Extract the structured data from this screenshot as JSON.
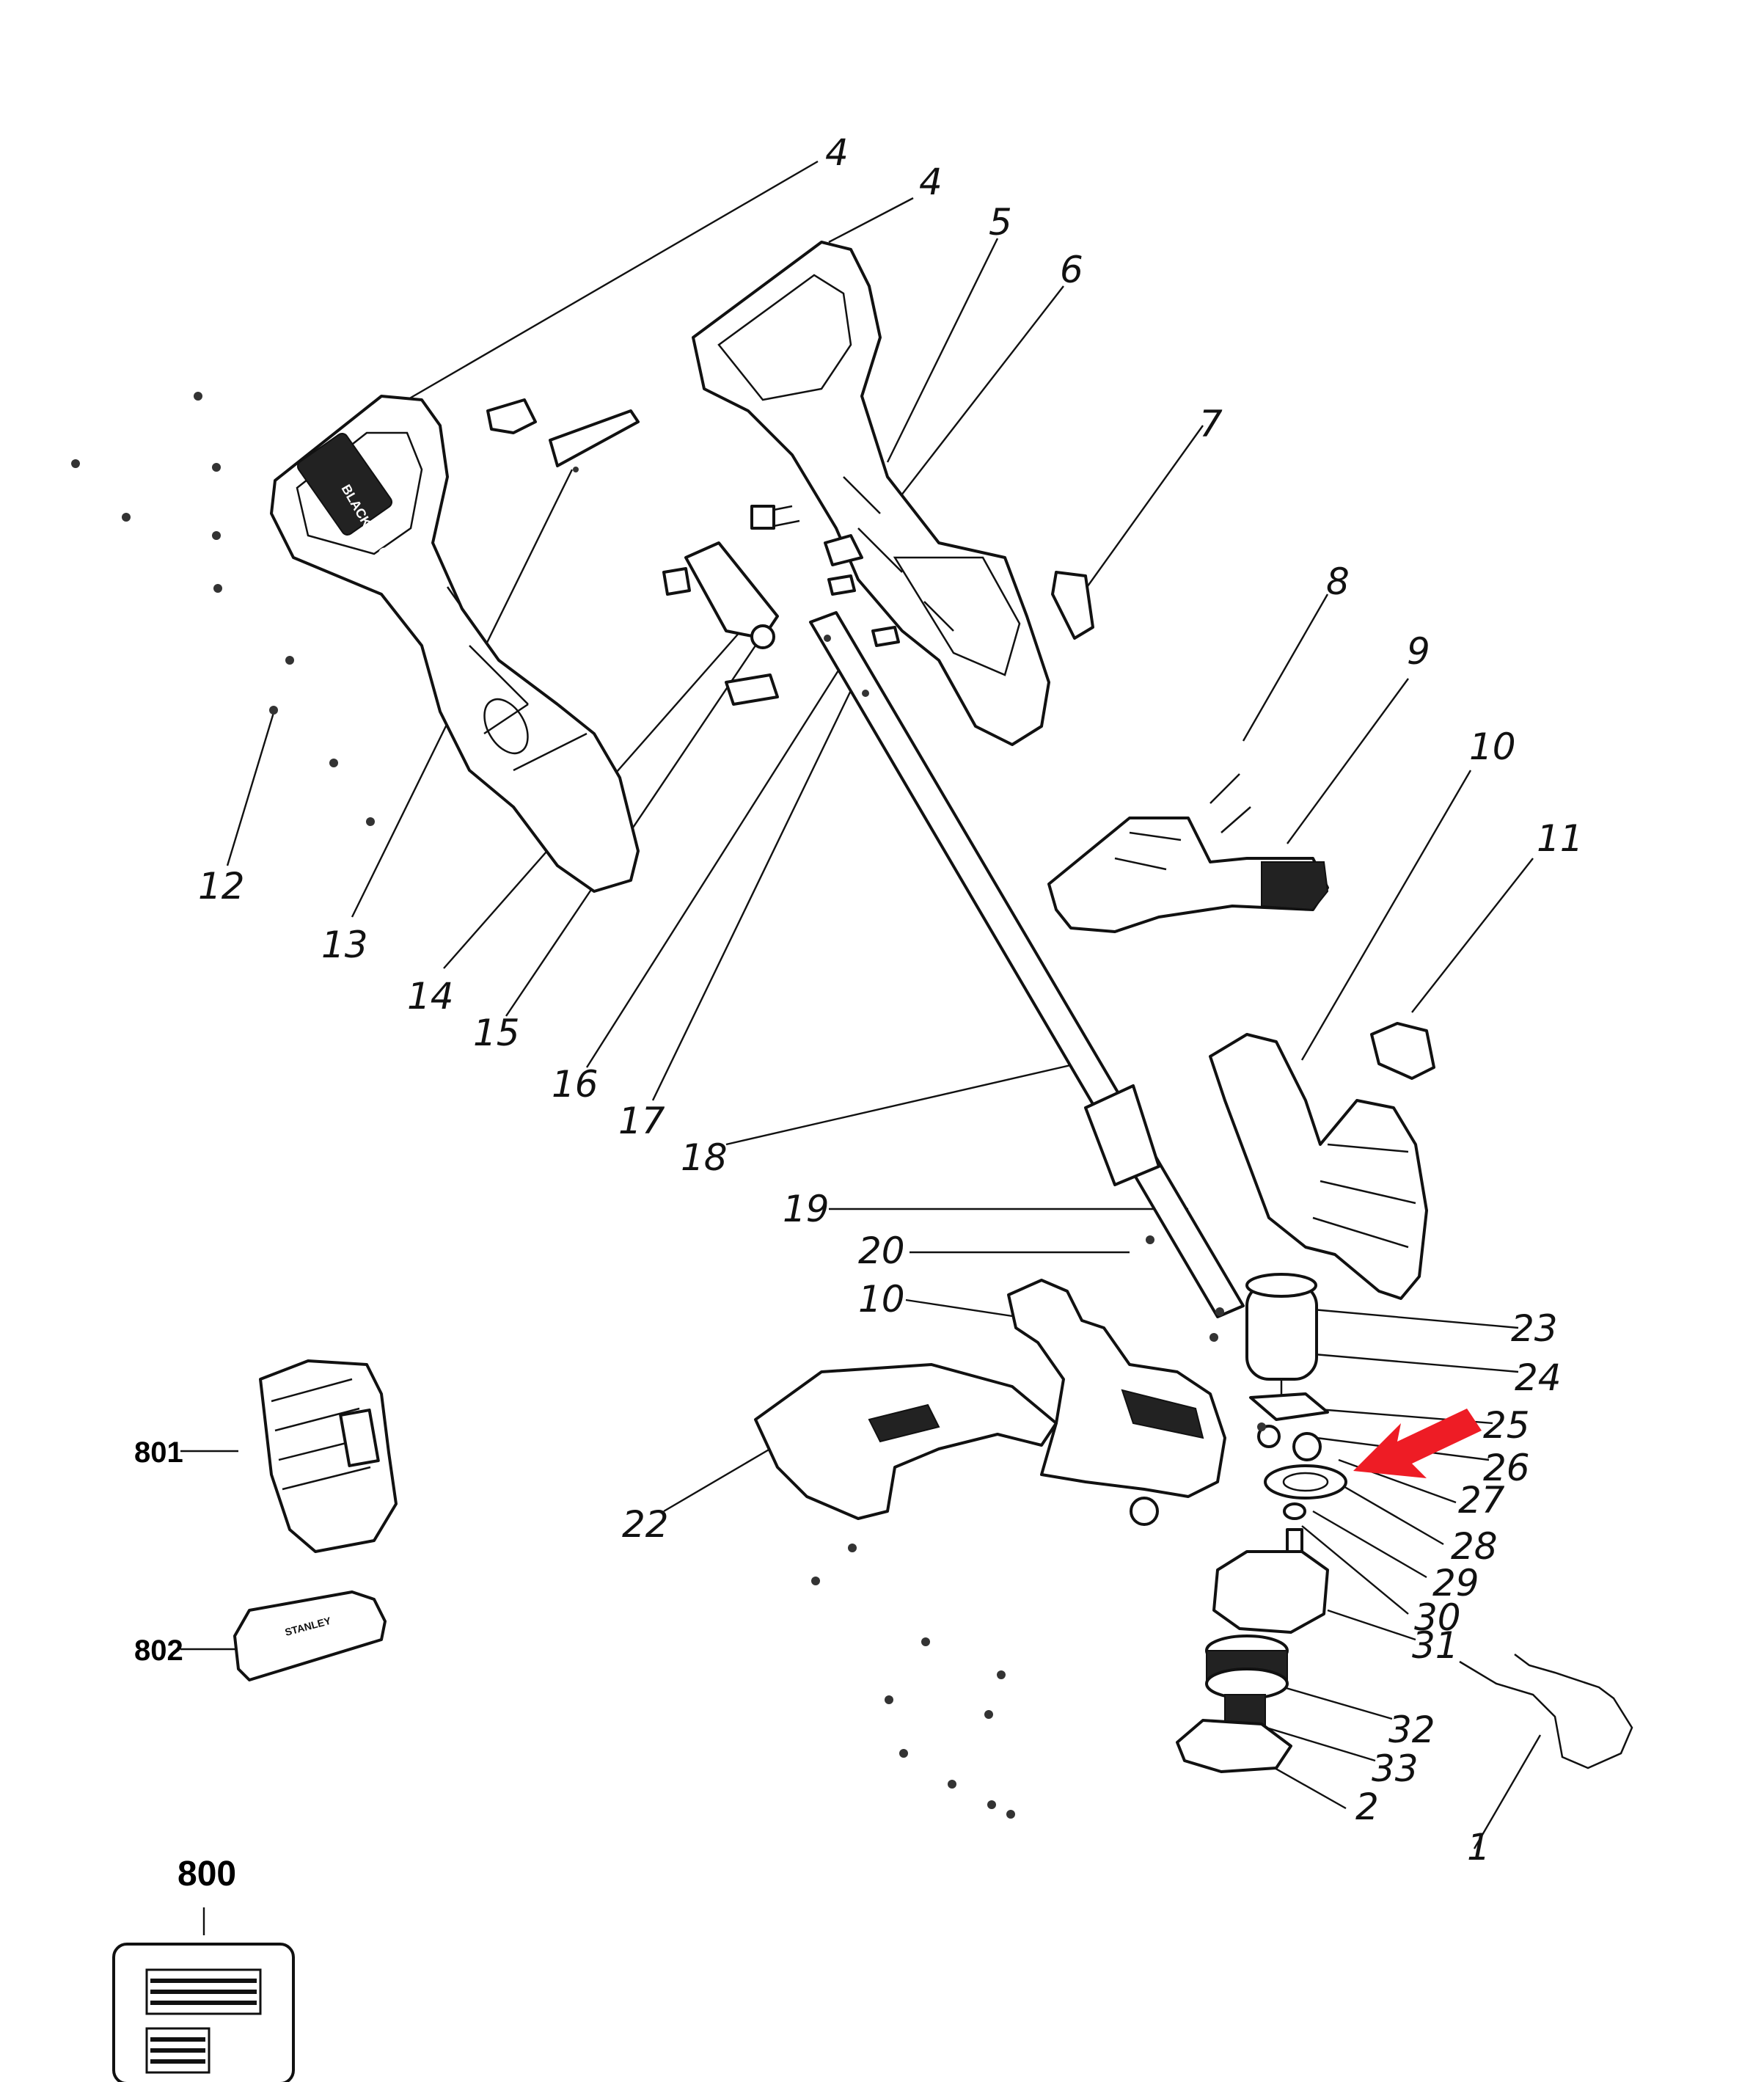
{
  "callouts": {
    "c4a": "4",
    "c4b": "4",
    "c5": "5",
    "c6": "6",
    "c7": "7",
    "c8": "8",
    "c9": "9",
    "c10a": "10",
    "c11": "11",
    "c12": "12",
    "c13": "13",
    "c14": "14",
    "c15": "15",
    "c16": "16",
    "c17": "17",
    "c18": "18",
    "c19": "19",
    "c20": "20",
    "c10b": "10",
    "c22": "22",
    "c23": "23",
    "c24": "24",
    "c25": "25",
    "c26": "26",
    "c27": "27",
    "c28": "28",
    "c29": "29",
    "c30": "30",
    "c31": "31",
    "c32": "32",
    "c33": "33",
    "c2": "2",
    "c1": "1"
  },
  "accessories": {
    "charger": "801",
    "battery": "802",
    "manual": "800"
  },
  "logo_text": "BLACK+DECKER",
  "battery_brand_text": "STANLEY",
  "highlight_arrow_color": "#ee1c25"
}
